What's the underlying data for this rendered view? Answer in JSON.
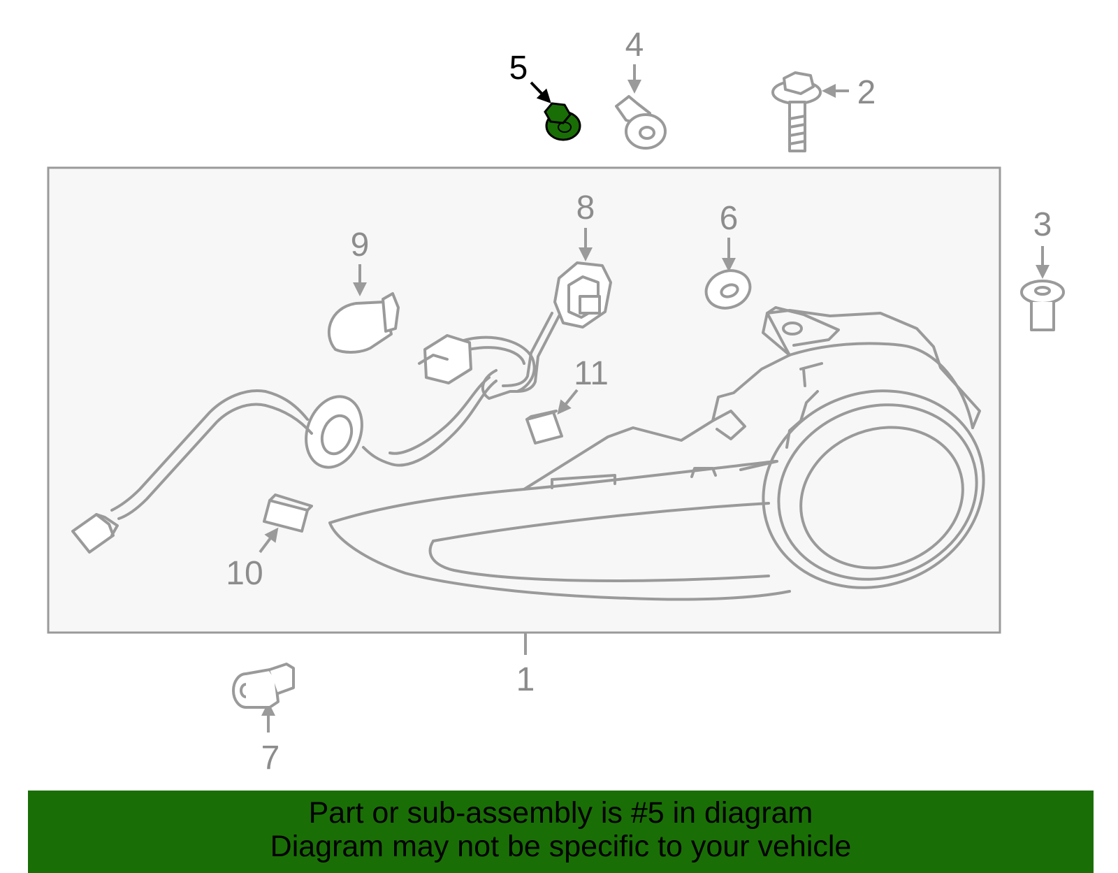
{
  "diagram": {
    "callouts": {
      "c1": "1",
      "c2": "2",
      "c3": "3",
      "c4": "4",
      "c5": "5",
      "c6": "6",
      "c7": "7",
      "c8": "8",
      "c9": "9",
      "c10": "10",
      "c11": "11"
    },
    "highlighted_part": "5",
    "colors": {
      "highlight": "#1a6e06",
      "line": "#9a9a9a",
      "panel": "#f7f7f7"
    }
  },
  "banner": {
    "line1": "Part or sub-assembly is #5 in diagram",
    "line2": "Diagram may not be specific to your vehicle"
  }
}
